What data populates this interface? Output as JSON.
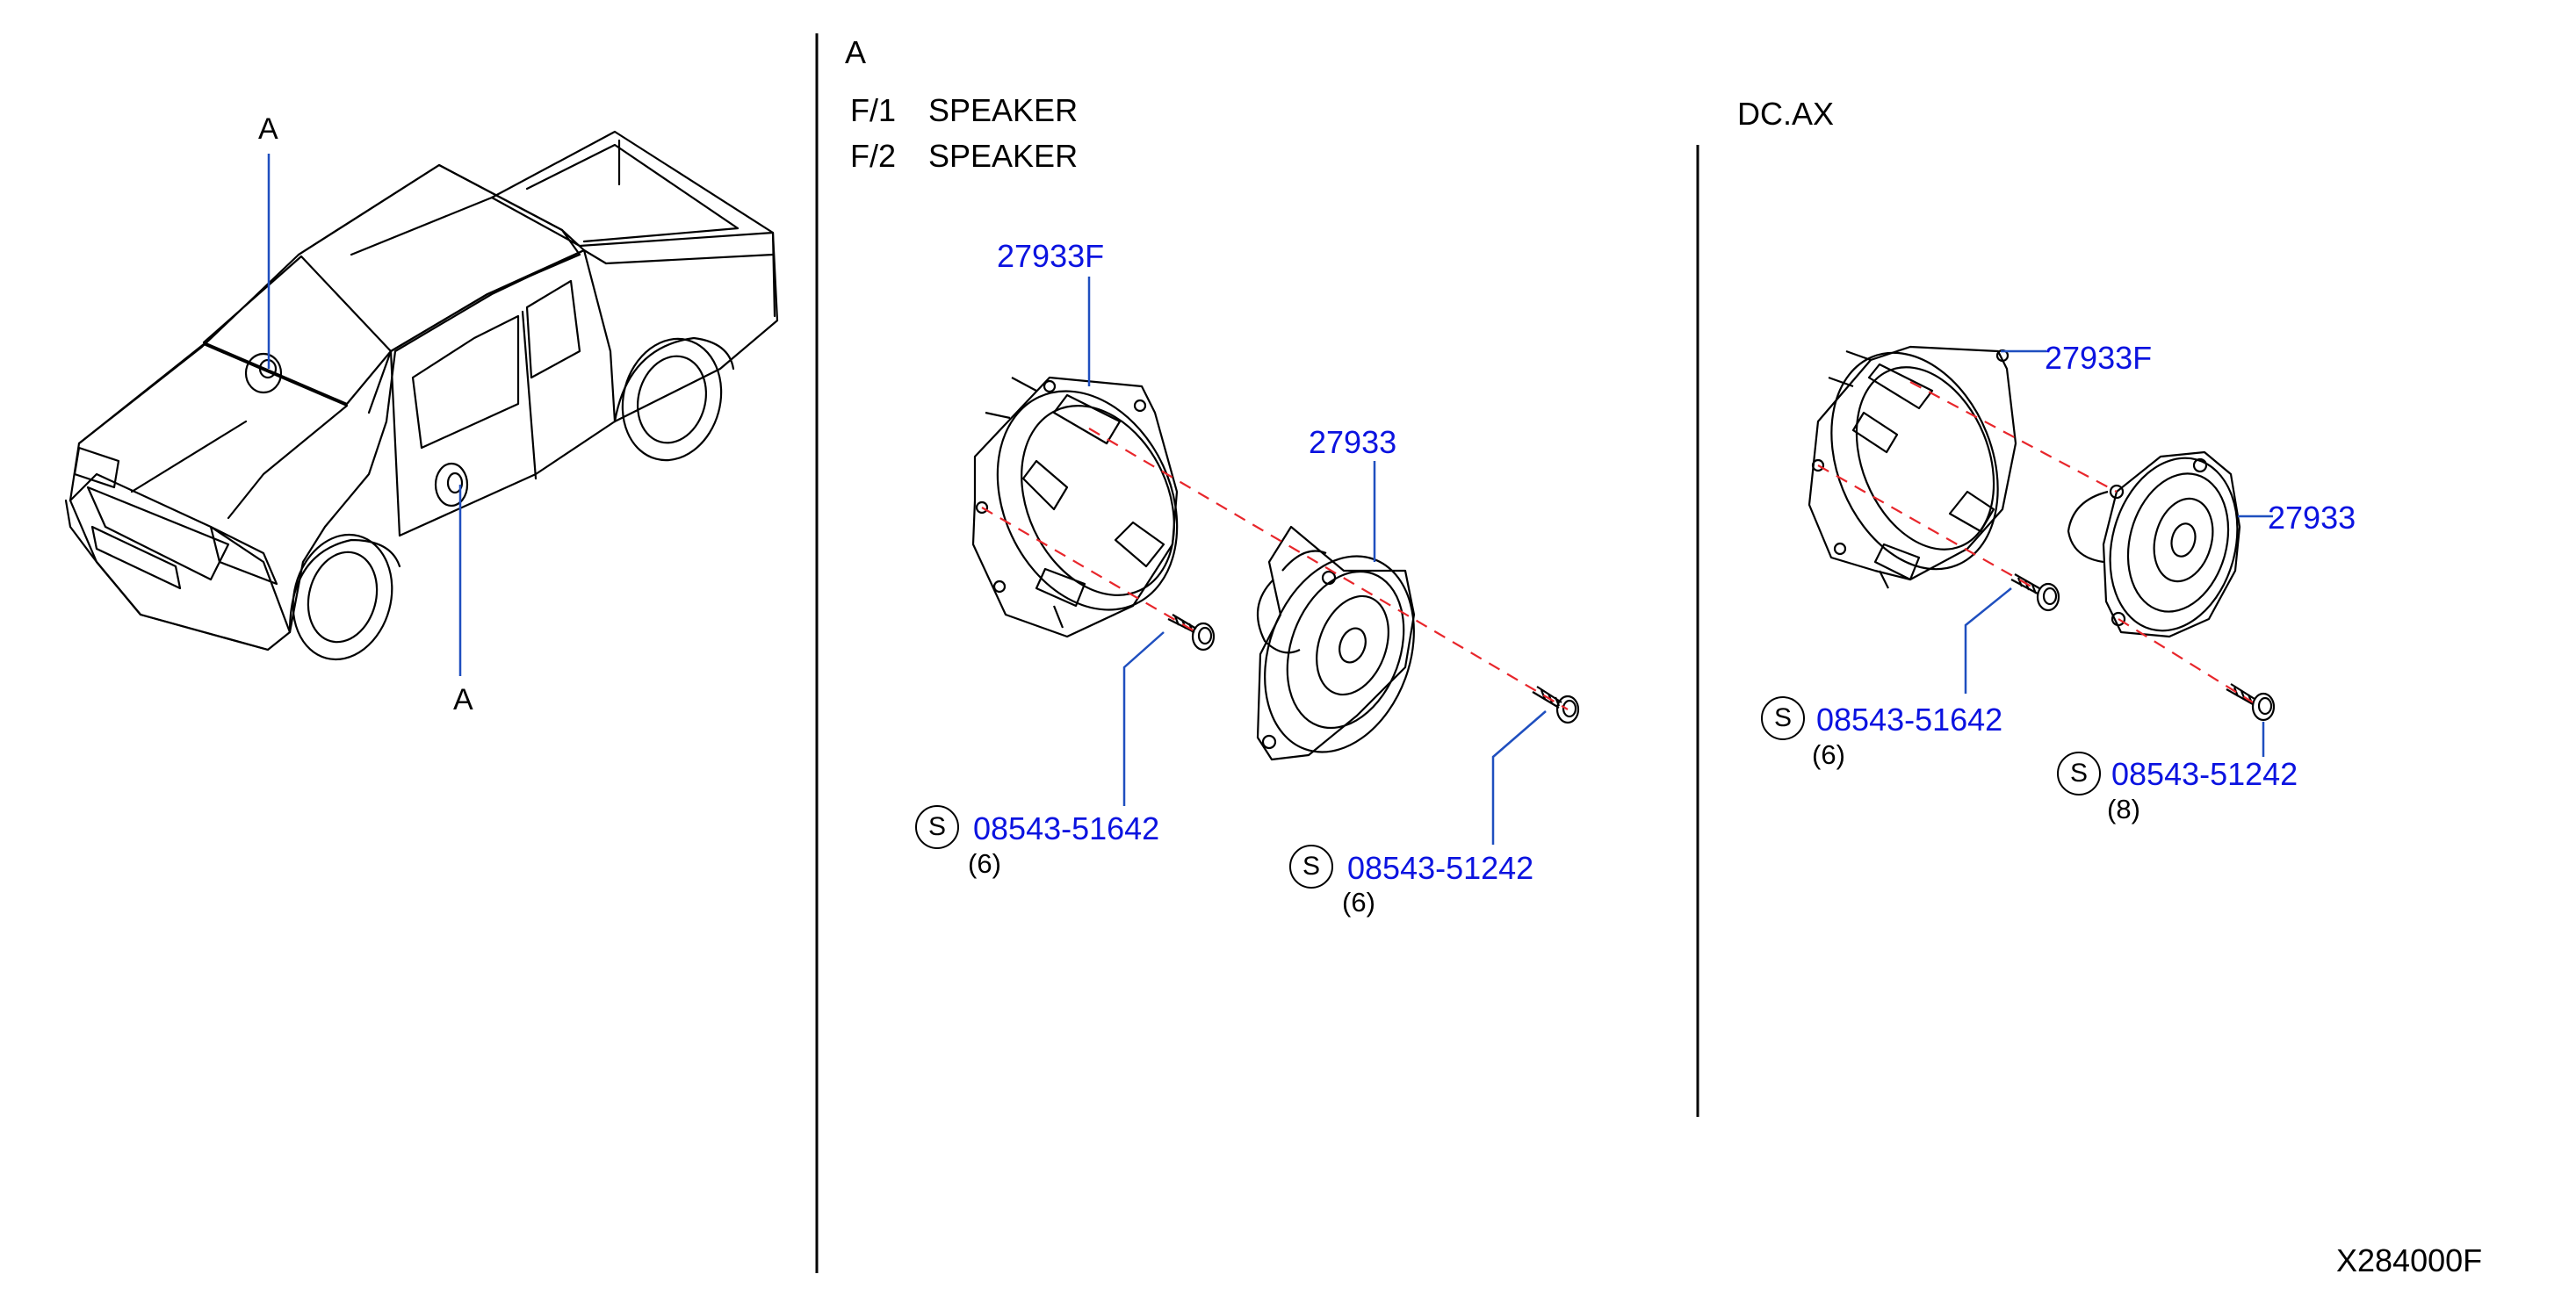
{
  "colors": {
    "part_link": "#0b13e0",
    "leader_line": "#1f4fbf",
    "alignment_dash": "#e8262b",
    "line_art": "#000000"
  },
  "left_view": {
    "callout_top": "A",
    "callout_bottom": "A"
  },
  "section_a": {
    "title": "A",
    "rows": [
      {
        "code": "F/1",
        "name": "SPEAKER"
      },
      {
        "code": "F/2",
        "name": "SPEAKER"
      }
    ]
  },
  "variant_label": "DC.AX",
  "left_group": {
    "bracket_part": "27933F",
    "speaker_part": "27933",
    "screws": [
      {
        "symbol": "S",
        "part": "08543-51642",
        "qty": "(6)"
      },
      {
        "symbol": "S",
        "part": "08543-51242",
        "qty": "(6)"
      }
    ]
  },
  "right_group": {
    "bracket_part": "27933F",
    "speaker_part": "27933",
    "screws": [
      {
        "symbol": "S",
        "part": "08543-51642",
        "qty": "(6)"
      },
      {
        "symbol": "S",
        "part": "08543-51242",
        "qty": "(8)"
      }
    ]
  },
  "figure_id": "X284000F"
}
